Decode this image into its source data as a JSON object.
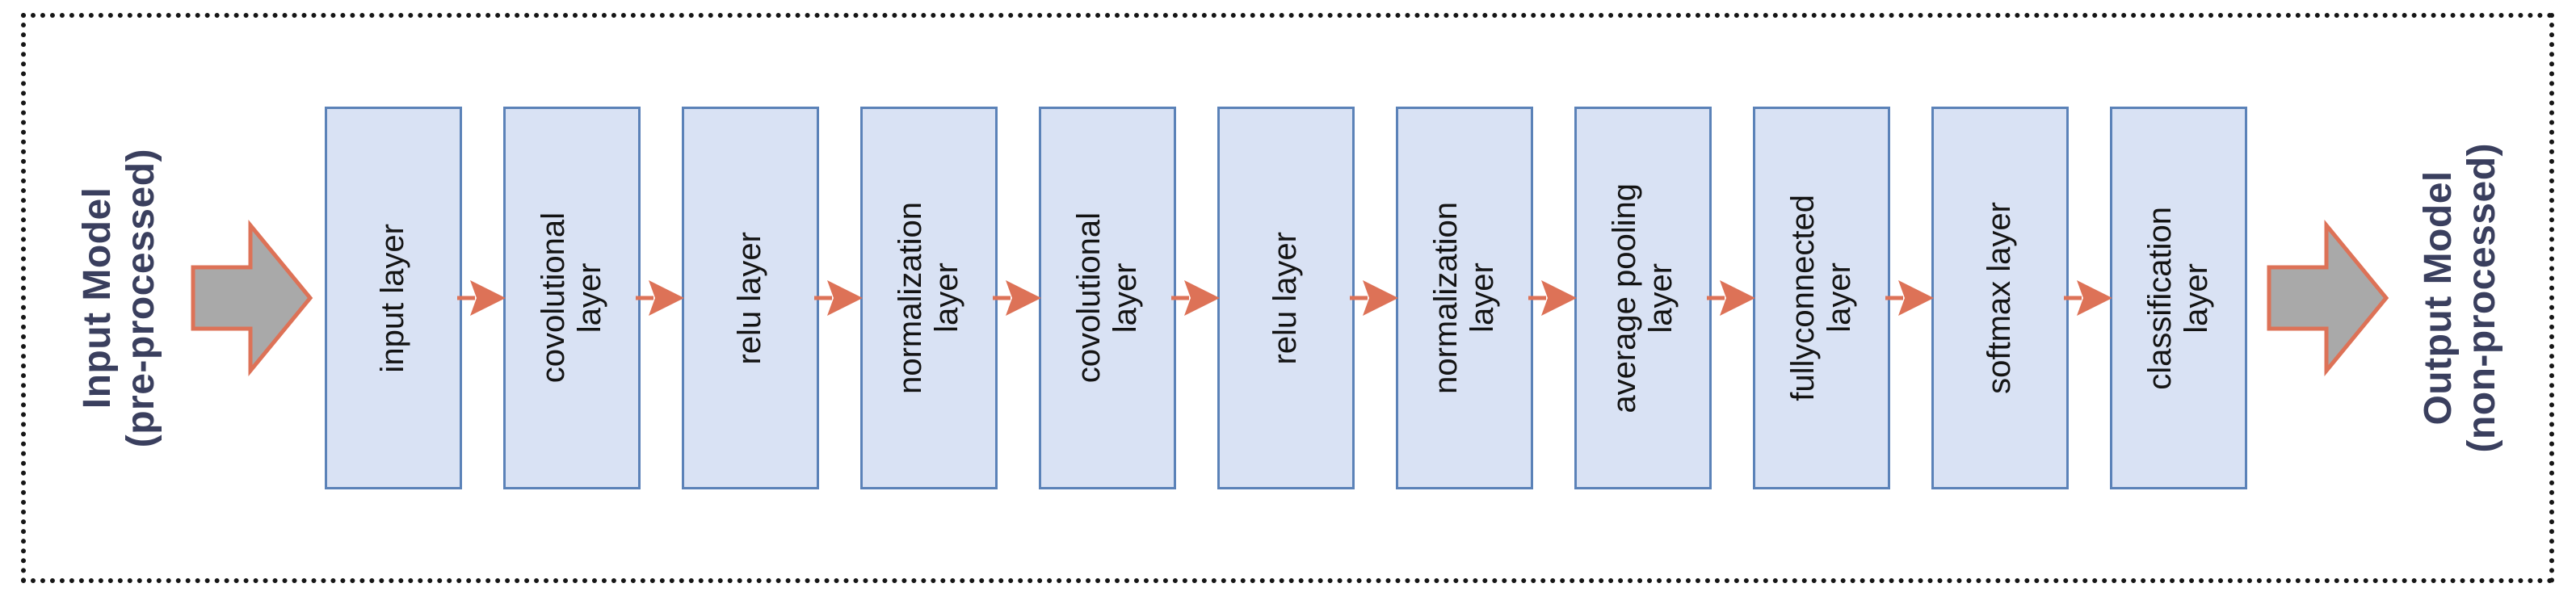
{
  "diagram": {
    "input_label": "Input Model\n(pre-processed)",
    "output_label": "Output Model\n(non-processed)",
    "layers": [
      {
        "label": "input layer"
      },
      {
        "label": "covolutional\nlayer"
      },
      {
        "label": "relu layer"
      },
      {
        "label": "normalization\nlayer"
      },
      {
        "label": "covolutional\nlayer"
      },
      {
        "label": "relu layer"
      },
      {
        "label": "normalization\nlayer"
      },
      {
        "label": "average pooling\nlayer"
      },
      {
        "label": "fullyconnected\nlayer"
      },
      {
        "label": "softmax layer"
      },
      {
        "label": "classification\nlayer"
      }
    ],
    "colors": {
      "box_fill": "#d9e2f4",
      "box_border": "#5b82b8",
      "box_text": "#141414",
      "flow_arrow": "#dd7257",
      "big_arrow_fill": "#a9a9a9",
      "big_arrow_outline": "#dd7257",
      "side_label_text": "#3a3f5e",
      "frame_border": "#161616"
    }
  }
}
